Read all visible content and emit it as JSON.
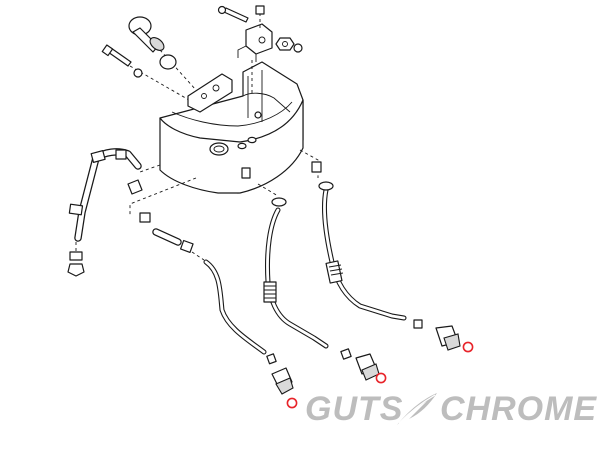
{
  "watermark": {
    "word_left": "GUTS",
    "word_right": "CHROME",
    "emblem": "feather-icon",
    "color": "#bdbdbd"
  },
  "highlight": {
    "color": "#e8242a",
    "marked_part": "o-ring",
    "count": 3
  },
  "line_color": "#1a1a1a"
}
